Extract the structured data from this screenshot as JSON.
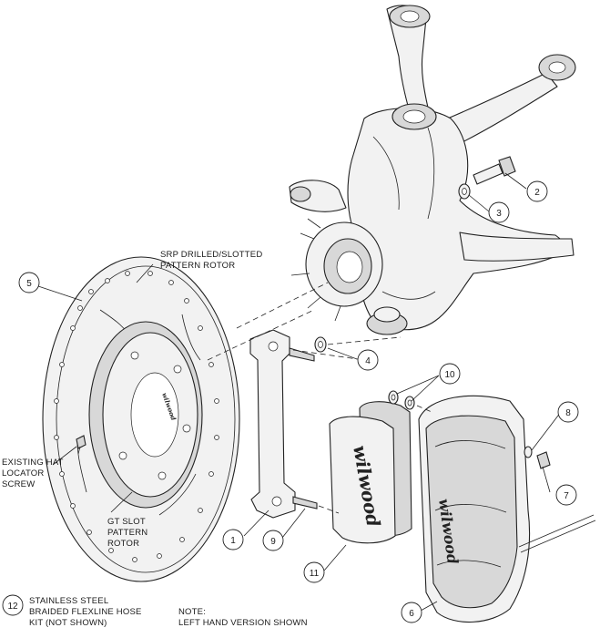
{
  "diagram": {
    "labels": {
      "rotor_type": [
        "SRP DRILLED/SLOTTED",
        "PATTERN ROTOR"
      ],
      "hat_screw": [
        "EXISTING HAT",
        "LOCATOR",
        "SCREW"
      ],
      "gt_slot": [
        "GT SLOT",
        "PATTERN",
        "ROTOR"
      ],
      "hose_kit": [
        "STAINLESS STEEL",
        "BRAIDED FLEXLINE HOSE",
        "KIT (NOT SHOWN)"
      ],
      "note": [
        "NOTE:",
        "LEFT HAND VERSION SHOWN"
      ]
    },
    "callouts": {
      "c1": "1",
      "c2": "2",
      "c3": "3",
      "c4": "4",
      "c5": "5",
      "c6": "6",
      "c7": "7",
      "c8": "8",
      "c9": "9",
      "c10": "10",
      "c11": "11",
      "c12": "12"
    },
    "brand_marks": {
      "pad": "wilwood",
      "caliper": "wilwood",
      "rotor_hat": "wilwood"
    }
  }
}
